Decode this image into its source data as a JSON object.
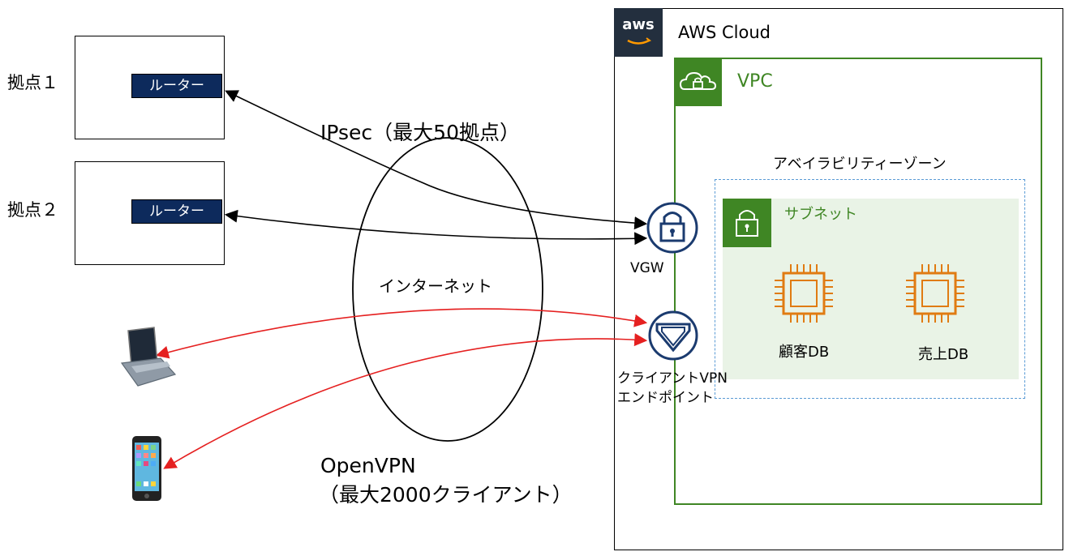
{
  "sites": [
    {
      "label": "拠点１",
      "router": "ルーター"
    },
    {
      "label": "拠点２",
      "router": "ルーター"
    }
  ],
  "internet": {
    "label": "インターネット"
  },
  "ipsec": {
    "label": "IPsec（最大50拠点）"
  },
  "openvpn": {
    "line1": "OpenVPN",
    "line2": "（最大2000クライアント）"
  },
  "aws": {
    "logo": "aws",
    "cloud_label": "AWS Cloud",
    "vpc_label": "VPC",
    "az_label": "アベイラビリティーゾーン",
    "subnet_label": "サブネット",
    "vgw_label": "VGW",
    "endpoint_line1": "クライアントVPN",
    "endpoint_line2": "エンドポイント",
    "instances": [
      "顧客DB",
      "売上DB"
    ]
  },
  "colors": {
    "aws_dark": "#232f3e",
    "vpc_green": "#3f8624",
    "router_navy": "#0d2a5c",
    "client_line": "#e52020",
    "chip_orange": "#e07b12",
    "endpoint_blue": "#1b3b6f"
  },
  "icons": [
    "laptop-icon",
    "smartphone-icon",
    "lock-icon",
    "cloud-icon",
    "shield-icon",
    "chip-icon"
  ]
}
